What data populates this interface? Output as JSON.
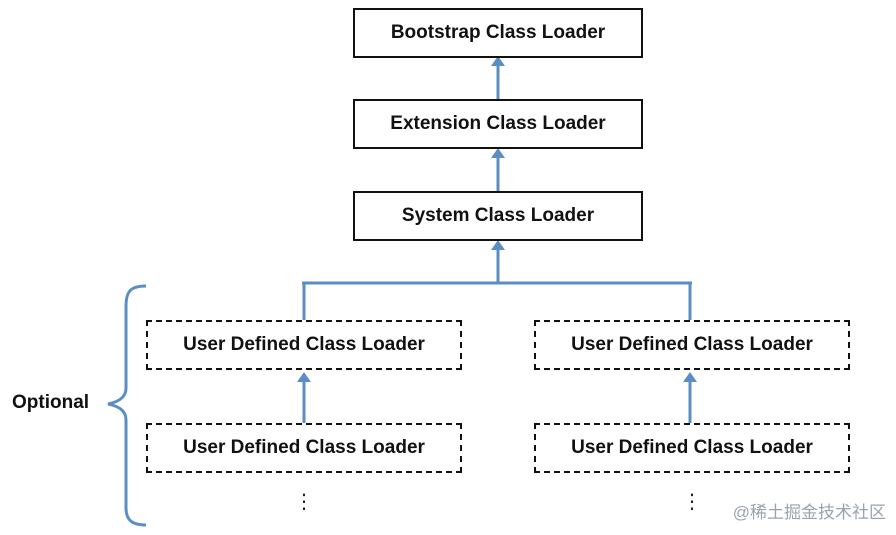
{
  "loaders": {
    "bootstrap": "Bootstrap Class Loader",
    "extension": "Extension Class Loader",
    "system": "System Class Loader",
    "user_left_top": "User Defined Class Loader",
    "user_right_top": "User Defined Class Loader",
    "user_left_bottom": "User Defined Class Loader",
    "user_right_bottom": "User Defined Class Loader"
  },
  "optional_label": "Optional",
  "continuation_left": "⋮",
  "continuation_right": "⋮",
  "watermark": "@稀土掘金技术社区",
  "colors": {
    "arrow": "#5b8fc4",
    "brace": "#5b8fc4",
    "border": "#111111"
  }
}
